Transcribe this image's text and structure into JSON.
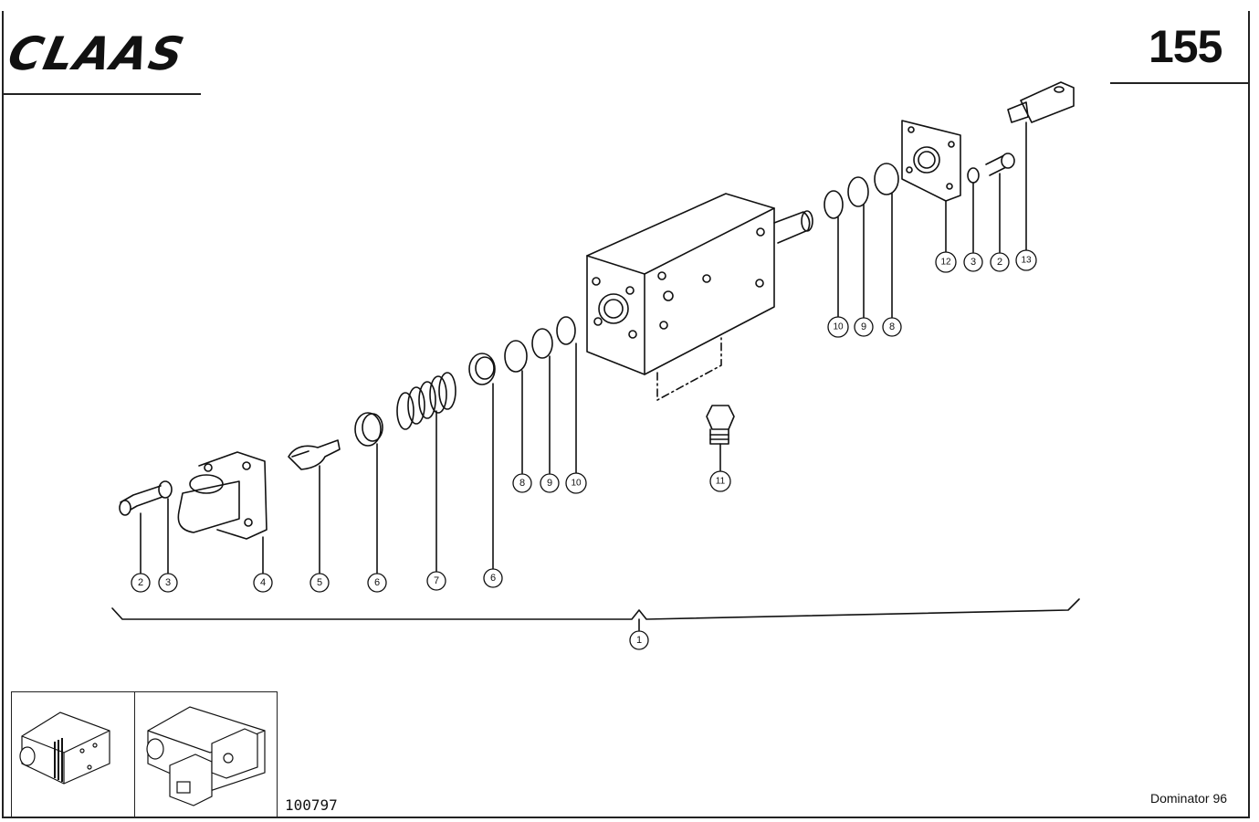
{
  "header": {
    "brand": "CLAAS",
    "page_number": "155"
  },
  "footer": {
    "drawing_number": "100797",
    "model": "Dominator 96"
  },
  "callouts": [
    "1",
    "2",
    "3",
    "4",
    "5",
    "6",
    "7",
    "6",
    "8",
    "9",
    "10",
    "11",
    "10",
    "9",
    "8",
    "12",
    "3",
    "2",
    "13"
  ]
}
